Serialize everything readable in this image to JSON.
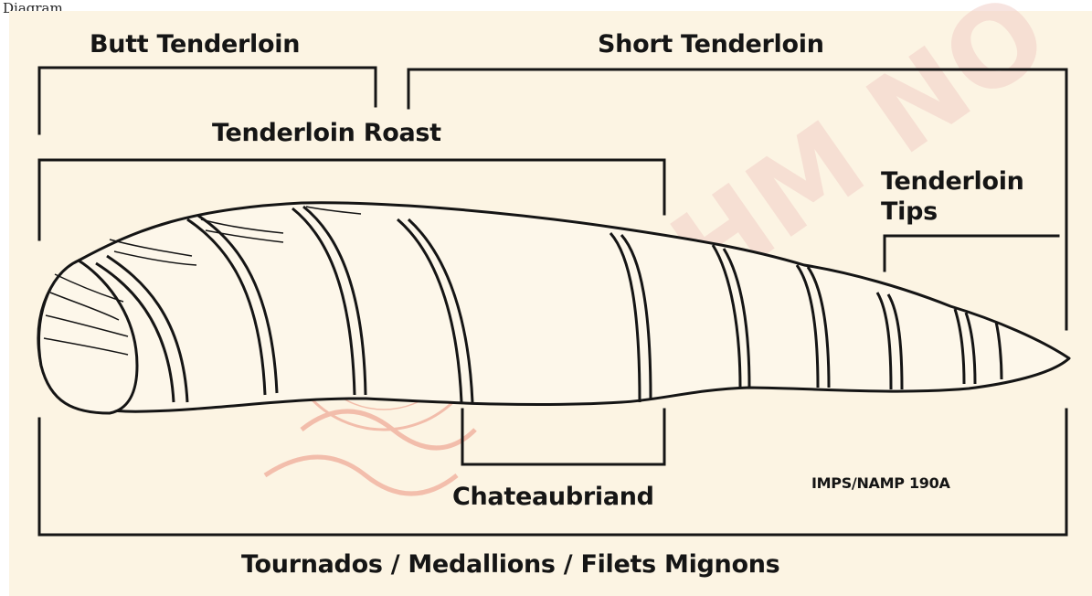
{
  "caption": "Diagram",
  "labels": {
    "butt_tenderloin": "Butt Tenderloin",
    "short_tenderloin": "Short Tenderloin",
    "tenderloin_roast": "Tenderloin Roast",
    "tenderloin_tips": "Tenderloin Tips",
    "chateaubriand": "Chateaubriand",
    "imps_code": "IMPS/NAMP 190A",
    "bottom_caption": "Tournados / Medallions / Filets Mignons"
  },
  "watermark": {
    "text": "IHM NO",
    "color": "#f2cfc7",
    "logo": "red-circular-seal"
  },
  "colors": {
    "panel": "#fcf4e3",
    "ink": "#151515"
  }
}
